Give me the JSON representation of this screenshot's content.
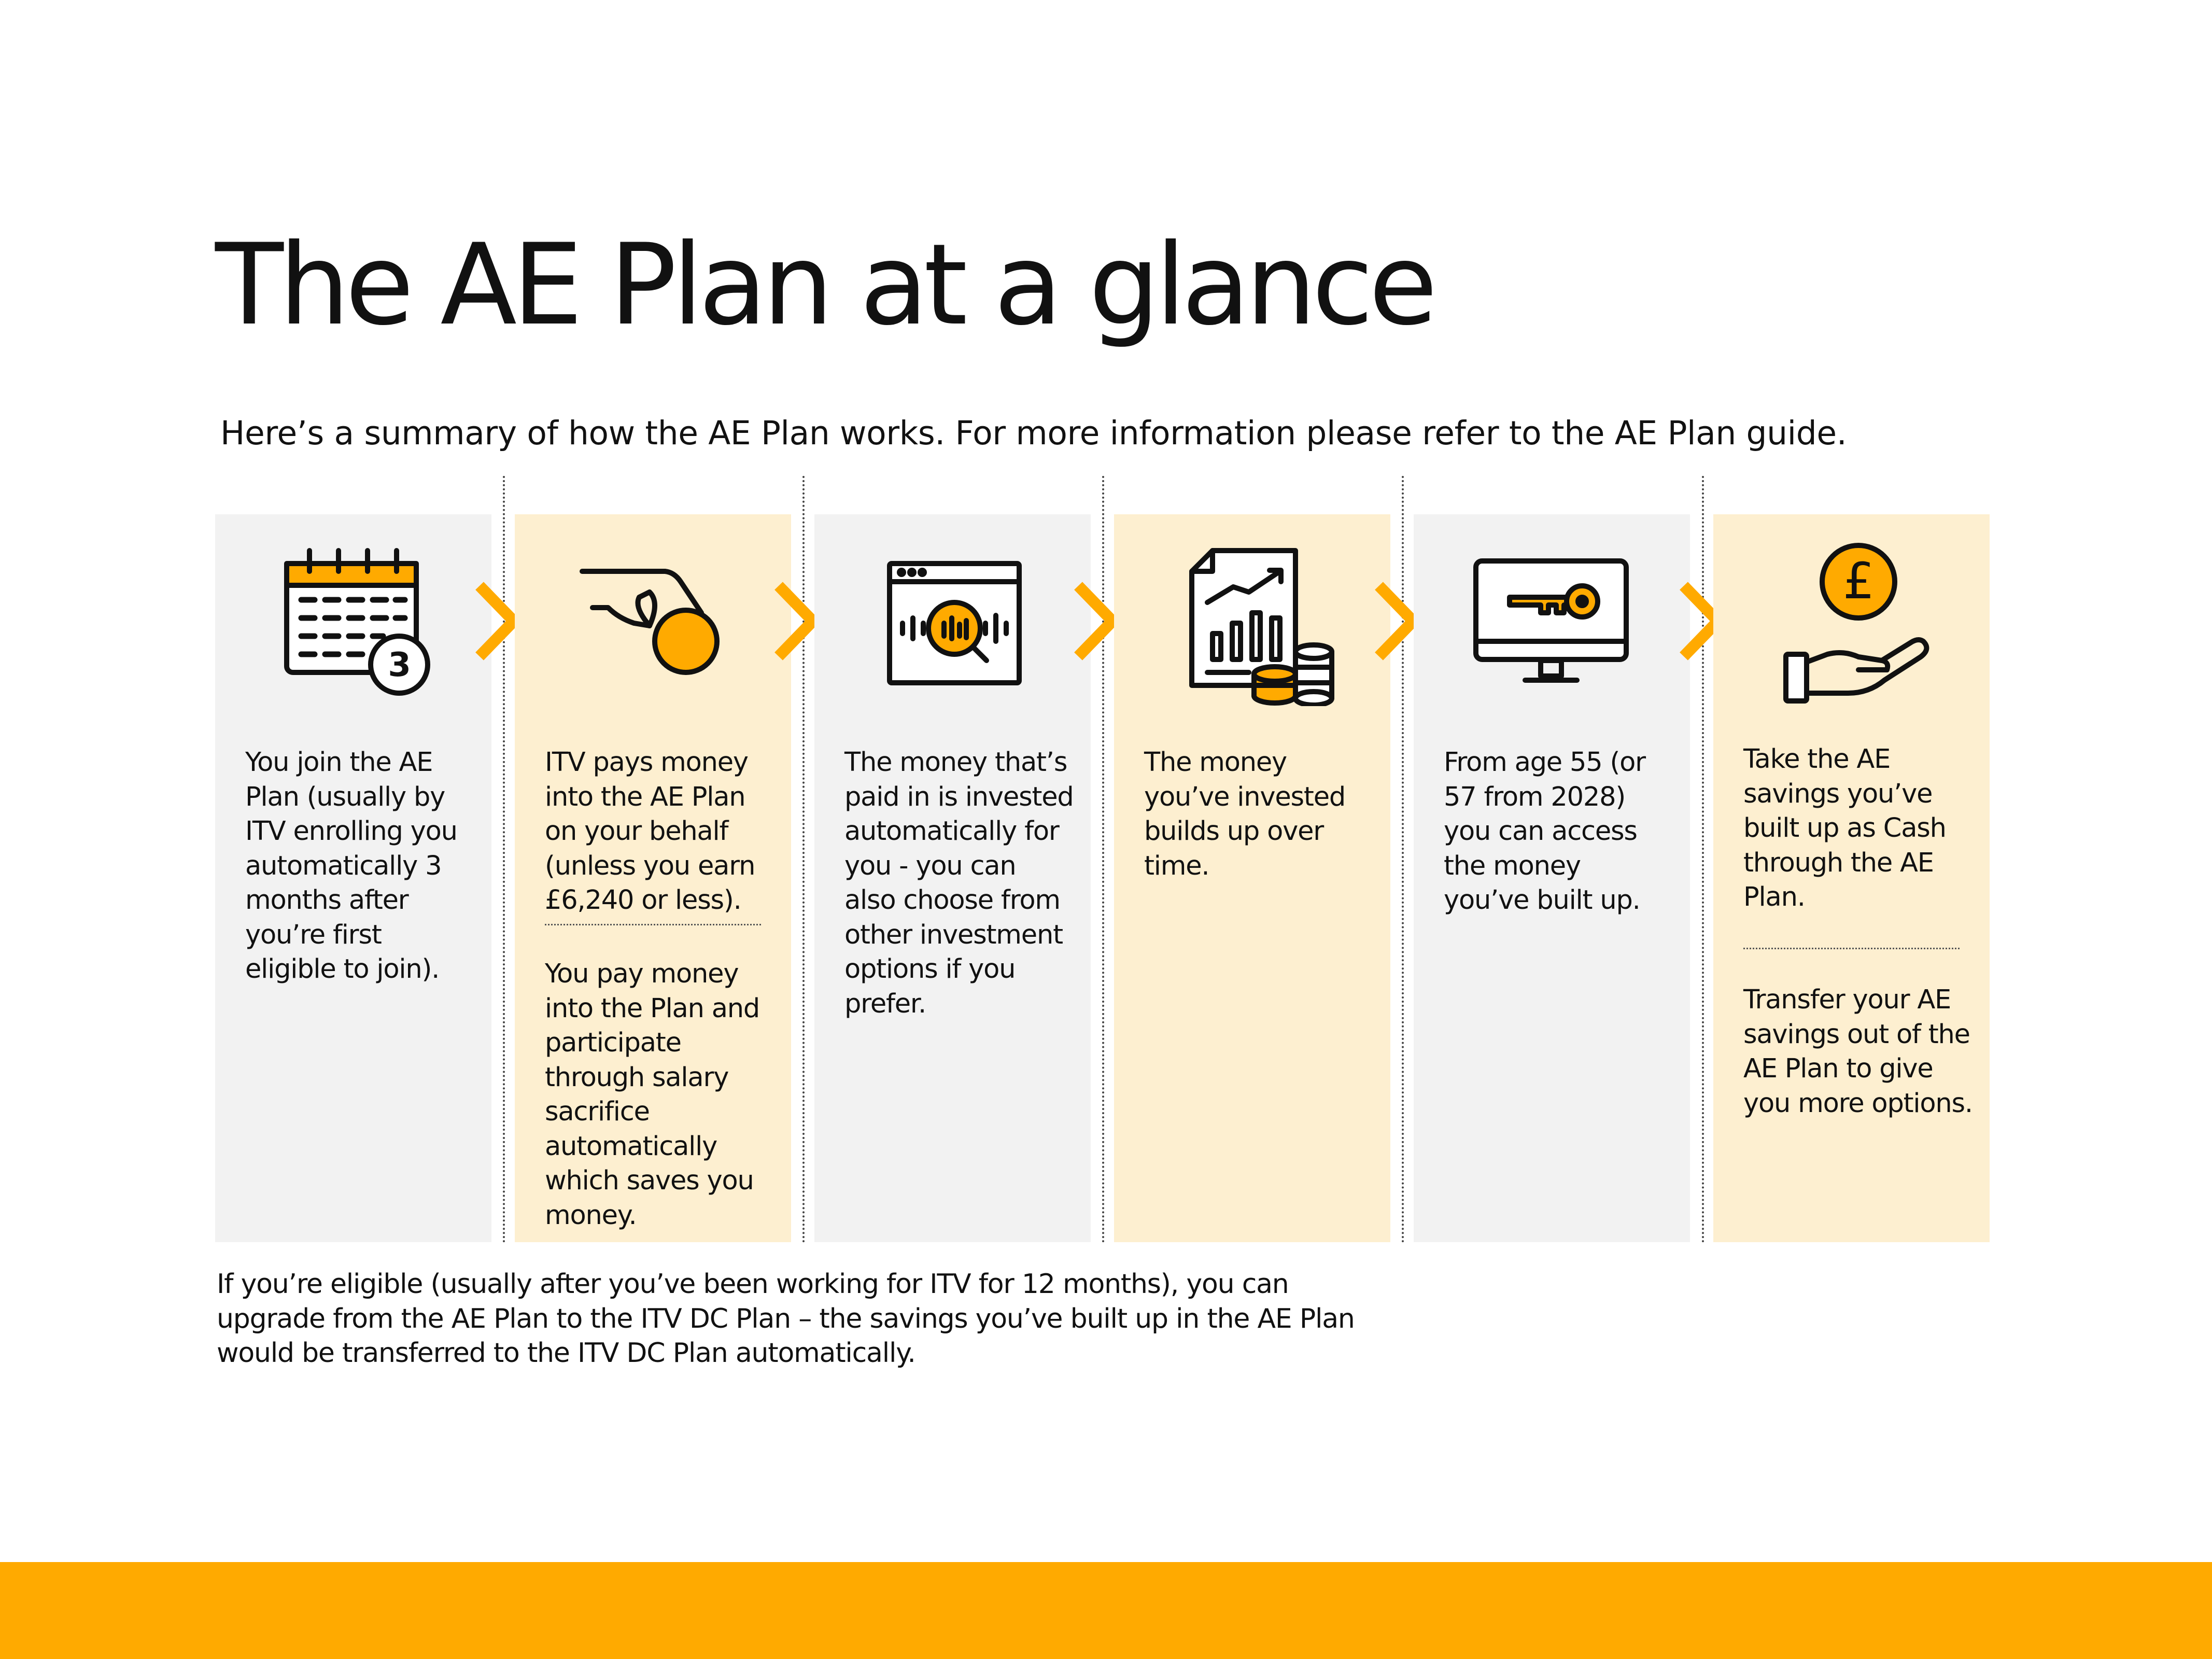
{
  "page": {
    "title": "The AE Plan at a glance",
    "subtitle": "Here’s a summary of how the AE Plan works. For more information please refer to the AE Plan guide."
  },
  "colors": {
    "accent": "#ffaa00",
    "panel_grey": "#f2f2f2",
    "panel_cream": "#fdefd0",
    "text": "#111111"
  },
  "steps": [
    {
      "icon": "calendar-icon",
      "calendar_badge": "3",
      "text": "You join the AE Plan (usually by ITV enrolling you automatically 3 months after you’re first eligible to join)."
    },
    {
      "icon": "hand-coin-icon",
      "text": "ITV pays money into the AE Plan on your behalf (unless you earn £6,240 or less).",
      "text2": "You pay money into the Plan and participate through salary sacrifice automatically which saves you money."
    },
    {
      "icon": "browser-analytics-icon",
      "text": "The money that’s paid in is invested automatically for you - you can also choose from other investment options if you prefer."
    },
    {
      "icon": "report-coins-icon",
      "text": "The money you’ve invested builds up over time."
    },
    {
      "icon": "monitor-key-icon",
      "text": "From age 55 (or 57 from 2028) you can access the money you’ve built up."
    },
    {
      "icon": "hand-pound-icon",
      "pound_symbol": "£",
      "text": "Take the AE savings you’ve built up as Cash through the AE Plan.",
      "text2": "Transfer your AE savings out of the AE Plan to give you more options."
    }
  ],
  "footnote": "If you’re eligible (usually after you’ve been working for ITV for 12 months), you can upgrade from the AE Plan to the ITV DC Plan – the savings you’ve built up in the AE Plan would be transferred to the ITV DC Plan automatically."
}
